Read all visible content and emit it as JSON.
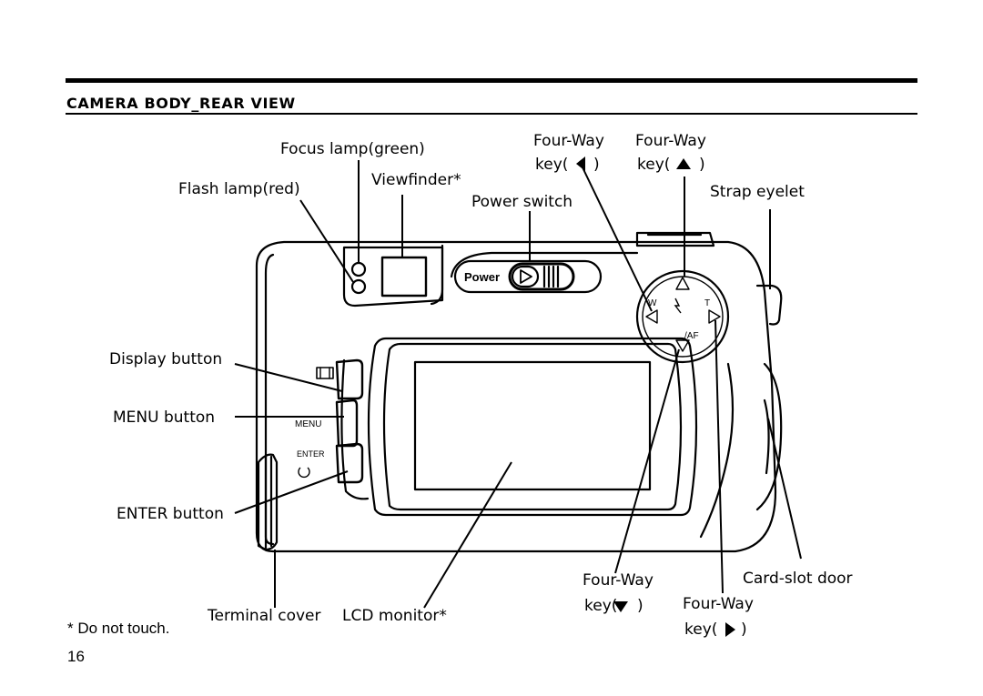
{
  "header": {
    "section_title": "CAMERA BODY_REAR VIEW"
  },
  "labels": {
    "focus_lamp": "Focus lamp(green)",
    "flash_lamp": "Flash lamp(red)",
    "viewfinder": "Viewfinder*",
    "power_switch": "Power switch",
    "fourway_left_a": "Four-Way",
    "fourway_left_b": "key(",
    "fourway_left_c": ")",
    "fourway_up_a": "Four-Way",
    "fourway_up_b": "key(",
    "fourway_up_c": ")",
    "strap_eyelet": "Strap eyelet",
    "display_button": "Display button",
    "menu_button": "MENU button",
    "enter_button": "ENTER button",
    "fourway_down_a": "Four-Way",
    "fourway_down_b": "key(",
    "fourway_down_c": ")",
    "card_slot_door": "Card-slot door",
    "fourway_right_a": "Four-Way",
    "fourway_right_b": "key(",
    "fourway_right_c": ")",
    "terminal_cover": "Terminal cover",
    "lcd_monitor": "LCD monitor*"
  },
  "camera_markings": {
    "power": "Power",
    "menu": "MENU",
    "enter": "ENTER",
    "dial_w": "W",
    "dial_t": "T",
    "dial_af": "/AF"
  },
  "footer": {
    "note": "* Do not touch.",
    "page_number": "16"
  }
}
